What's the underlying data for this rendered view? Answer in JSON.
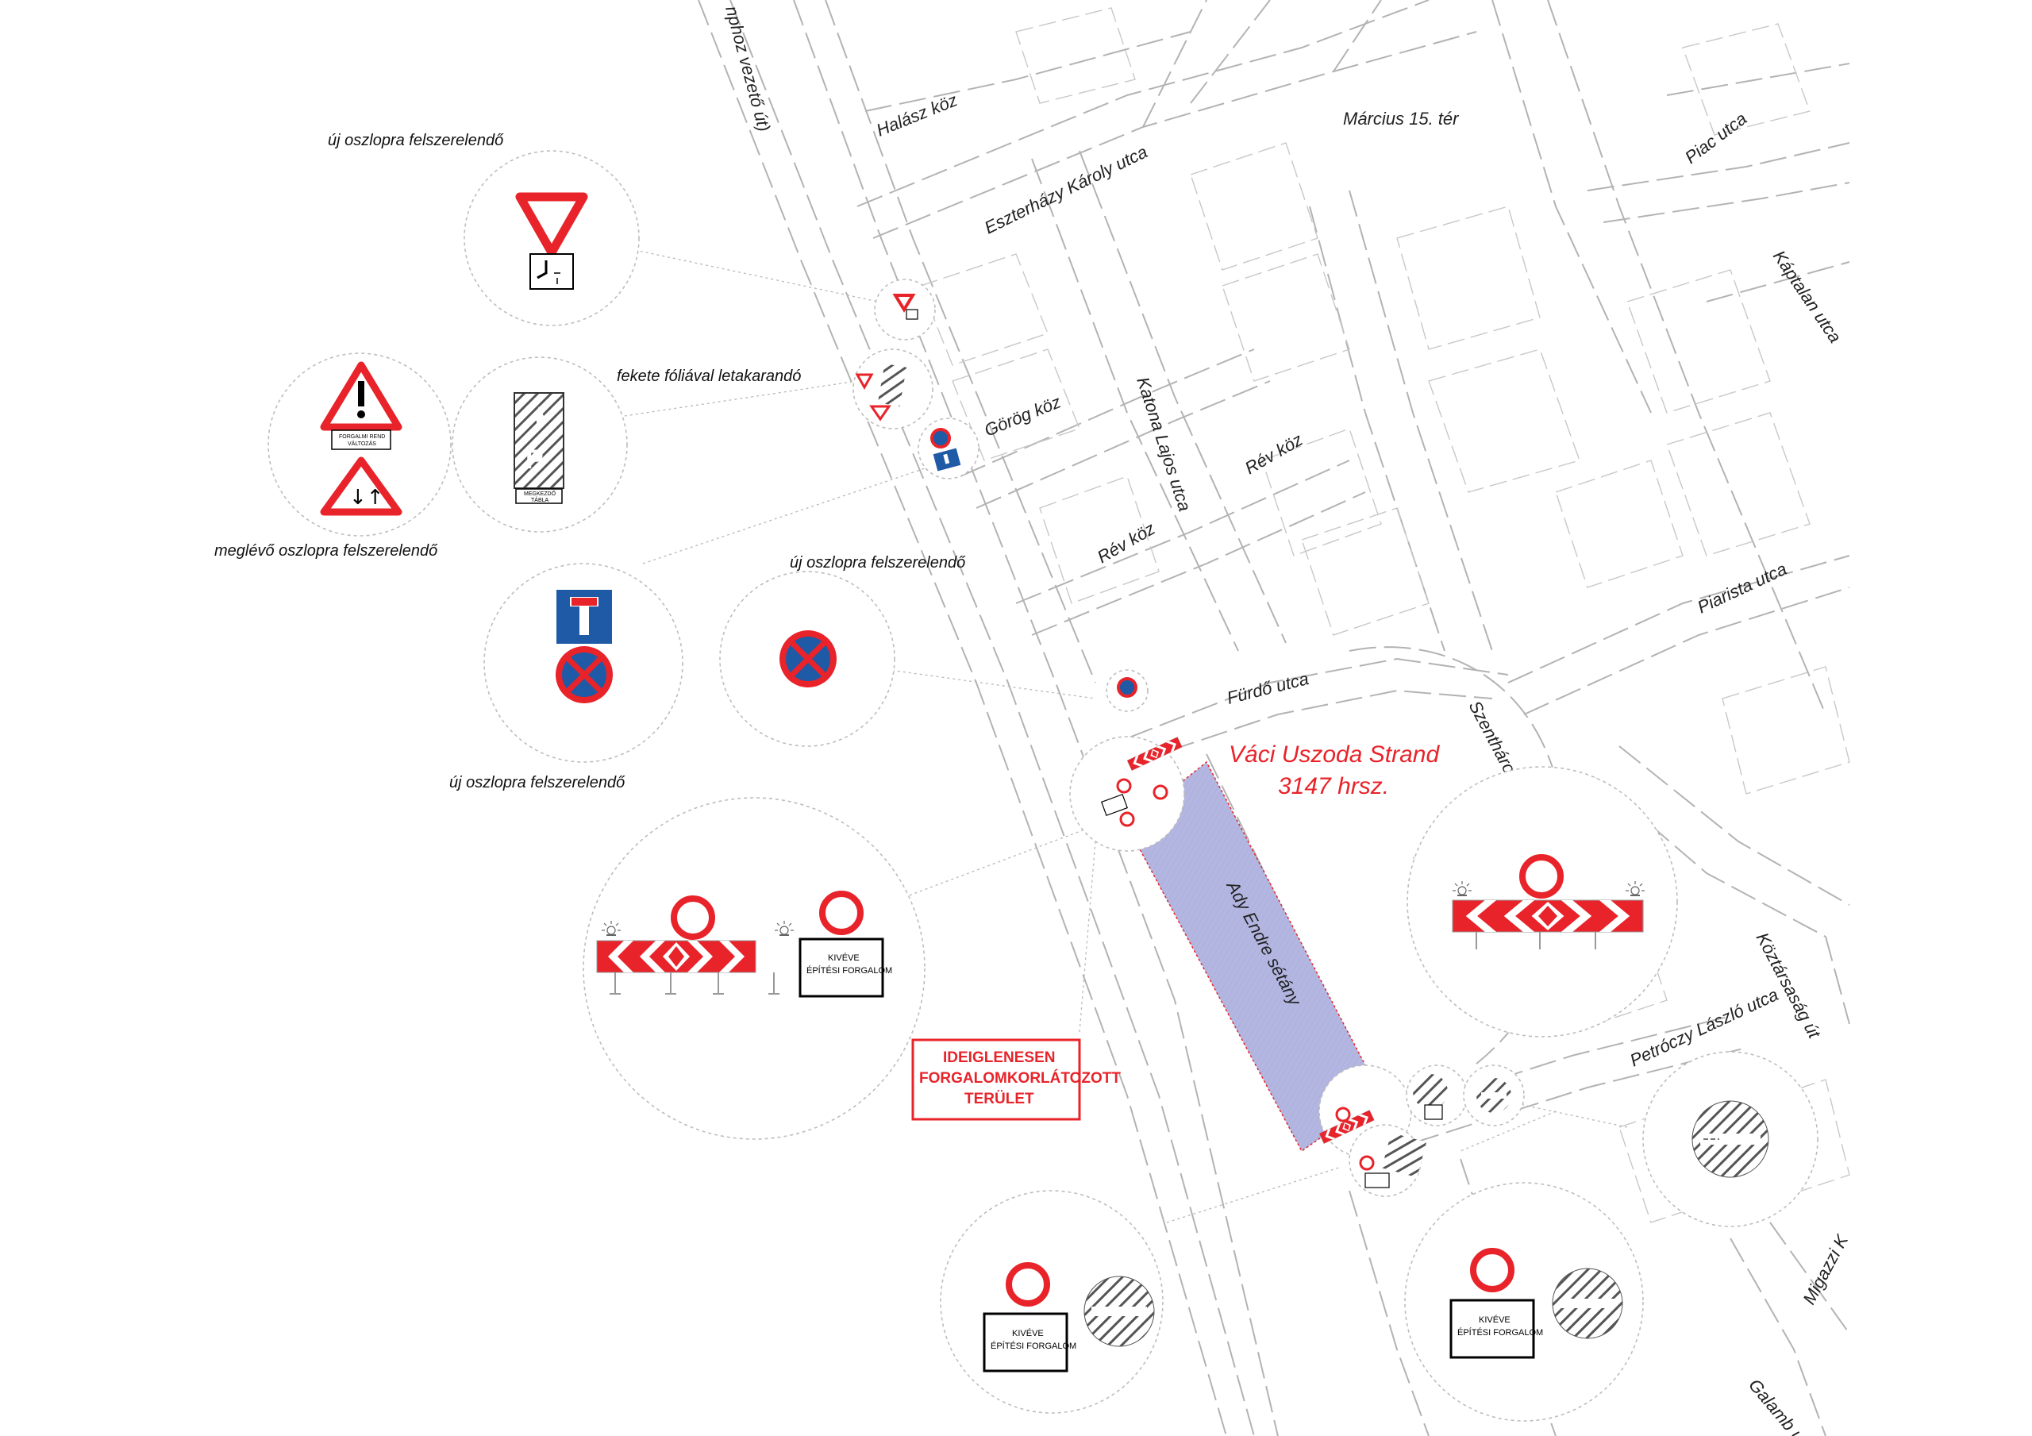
{
  "streets": {
    "halasz": "Halász köz",
    "eszterhazy": "Eszterházy Károly utca",
    "marcius": "Március 15. tér",
    "piac": "Piac utca",
    "kaptalan": "Káptalan utca",
    "gorog": "Görög köz",
    "katona": "Katona Lajos utca",
    "rev1": "Rév köz",
    "rev2": "Rév köz",
    "piarista": "Piarista utca",
    "furdo": "Fürdő utca",
    "szentharomsag": "Szentháromság tér",
    "koztarsasag": "Köztársaság út",
    "petroczy": "Petróczy László utca",
    "migazzi": "Migazzi K",
    "galamb": "Galamb utca",
    "vezeto": "nphoz vezető út)",
    "ady": "Ady Endre sétány"
  },
  "notes": {
    "uj1": "új oszlopra felszerelendő",
    "fekete": "fekete fóliával letakarandó",
    "meglevo": "meglévő oszlopra felszerelendő",
    "uj2": "új oszlopra felszerelendő",
    "uj3": "új oszlopra felszerelendő"
  },
  "site": {
    "name": "Váci Uszoda Strand",
    "parcel": "3147 hrsz."
  },
  "restricted_box": [
    "IDEIGLENESEN",
    "FORGALOMKORLÁTOZOTT",
    "TERÜLET"
  ],
  "sign_texts": {
    "kiveve1": "KIVÉVE",
    "epitesi1": "ÉPÍTÉSI FORGALOM",
    "kiveve2": "KIVÉVE",
    "epitesi2": "ÉPÍTÉSI FORGALOM",
    "kiveve3": "KIVÉVE",
    "epitesi3": "ÉPÍTÉSI FORGALOM",
    "forgalmi1": "FORGALMI REND",
    "forgalmi2": "VÁLTOZÁS",
    "megkezdo1": "MEGKEZDŐ",
    "megkezdo2": "TÁBLA"
  },
  "colors": {
    "sign_red": "#e8232a",
    "sign_blue": "#1f5aa6",
    "closure_area": "#b3b6e0",
    "hatch_gray": "#555555"
  },
  "icons": [
    "yield-sign-icon",
    "warning-sign-icon",
    "no-stopping-sign-icon",
    "dead-end-sign-icon",
    "no-entry-sign-icon",
    "road-closed-sign-icon",
    "chevron-barrier-icon",
    "warning-light-icon"
  ]
}
